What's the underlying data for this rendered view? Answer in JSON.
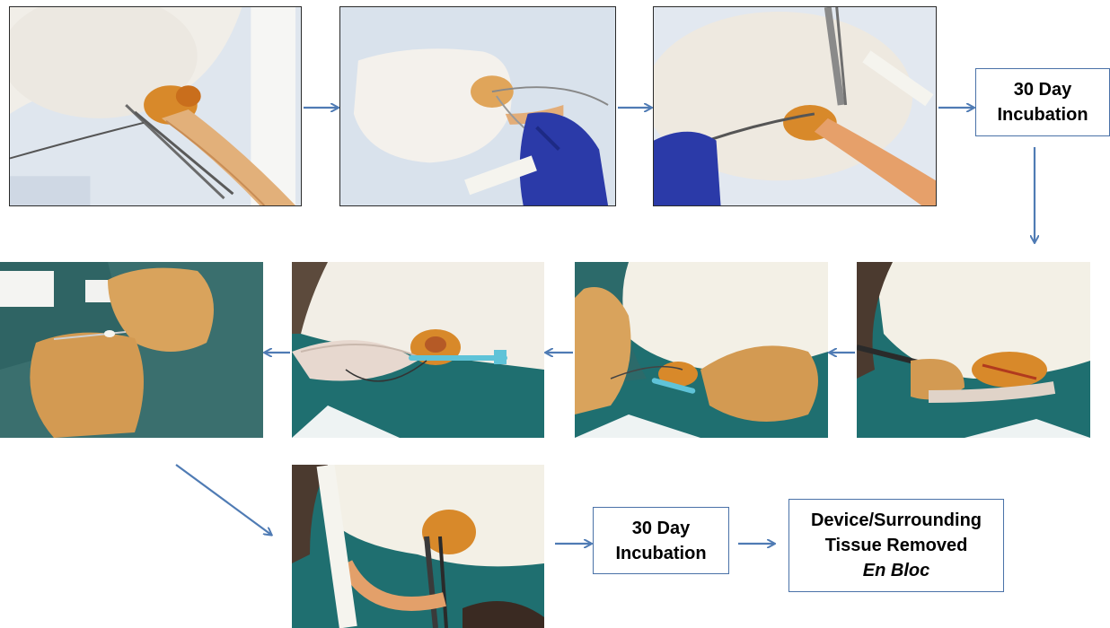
{
  "colors": {
    "arrow": "#4f7bb4",
    "box_border": "#4a72a8",
    "bedding_blue": "#dbe4ef",
    "drape_teal": "#1f6f70",
    "fur_white": "#f2eee6",
    "iodine_orange": "#d8892a",
    "glove_blue": "#2b3aa8",
    "glove_tan": "#d9a35c",
    "catheter_blue": "#5fc3d8"
  },
  "photos": [
    {
      "step": 1,
      "depicts": "photo-iodine-prep-forceps"
    },
    {
      "step": 2,
      "depicts": "photo-wire-placement-blue-glove"
    },
    {
      "step": 3,
      "depicts": "photo-clamp-tail-base"
    },
    {
      "step": 4,
      "depicts": "photo-scalpel-incision"
    },
    {
      "step": 5,
      "depicts": "photo-catheter-insertion"
    },
    {
      "step": 6,
      "depicts": "photo-catheter-tunnel"
    },
    {
      "step": 7,
      "depicts": "photo-needle-held-tan-gloves"
    },
    {
      "step": 8,
      "depicts": "photo-forceps-closure"
    }
  ],
  "boxes": {
    "incubation_1": {
      "line1": "30 Day",
      "line2": "Incubation"
    },
    "incubation_2": {
      "line1": "30 Day",
      "line2": "Incubation"
    },
    "removal": {
      "line1": "Device/Surrounding",
      "line2": "Tissue Removed",
      "line3": "En Bloc"
    }
  }
}
